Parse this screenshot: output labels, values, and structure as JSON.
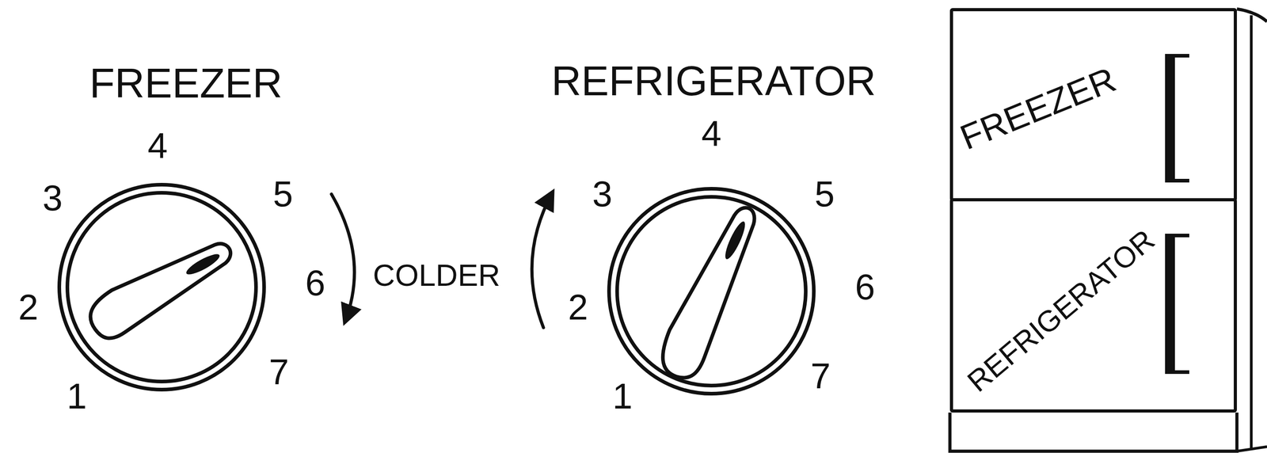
{
  "diagram": {
    "nodes": [
      {
        "text": [
          "FREEZER",
          "1",
          "2",
          "3",
          "4",
          "5",
          "6",
          "7"
        ]
      },
      {
        "text": [
          "REFRIGERATOR",
          "1",
          "2",
          "3",
          "4",
          "5",
          "6",
          "7"
        ]
      },
      {
        "text": [
          "FREEZER"
        ]
      },
      {
        "text": [
          "REFRIGERATOR"
        ]
      }
    ],
    "labels": [
      "COLDER"
    ]
  }
}
